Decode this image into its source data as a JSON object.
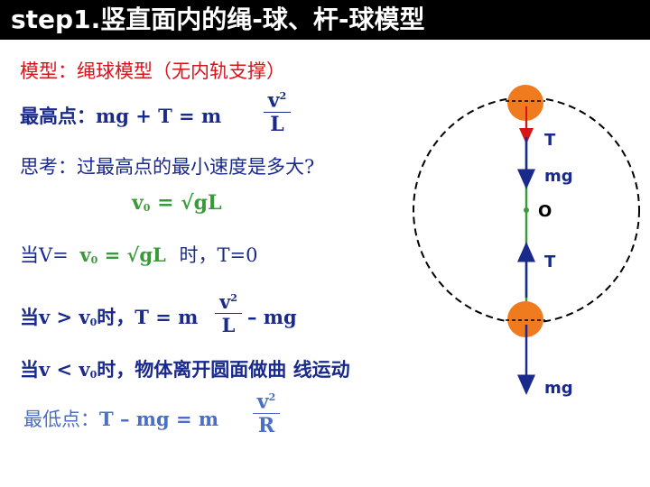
{
  "title": "step1.竖直面内的绳-球、杆-球模型",
  "model_line": "模型：绳球模型（无内轨支撑）",
  "highest": {
    "label": "最高点：",
    "lhs": "mg + T = m",
    "num": "v",
    "num_sup": "2",
    "den": "L"
  },
  "think": "思考：过最高点的最小速度是多大?",
  "v0_eq": {
    "lhs": "v",
    "sub": "0",
    "rhs": "= √gL"
  },
  "case_equal": {
    "prefix": "当V=",
    "eq_lhs": "v",
    "eq_sub": "0",
    "eq_rhs": "= √gL",
    "suffix": "时，T=0"
  },
  "case_greater": {
    "prefix": "当v > v",
    "sub": "0",
    "mid": "时，T = m",
    "num": "v",
    "num_sup": "2",
    "den": "L",
    "tail": "– mg"
  },
  "case_less": {
    "prefix": "当v < v",
    "sub": "0",
    "text": "时，物体离开圆面做曲  线运动"
  },
  "lowest": {
    "label": "最低点：",
    "lhs": "T – mg = m",
    "num": "v",
    "num_sup": "2",
    "den": "R"
  },
  "diagram": {
    "label_T_top": "T",
    "label_mg_top": "mg",
    "label_O": "O",
    "label_T_bottom": "T",
    "label_mg_bottom": "mg"
  },
  "colors": {
    "red": "#d7141a",
    "navy": "#1a2a8c",
    "green": "#3a9a3a",
    "ball": "#f07a1e"
  }
}
